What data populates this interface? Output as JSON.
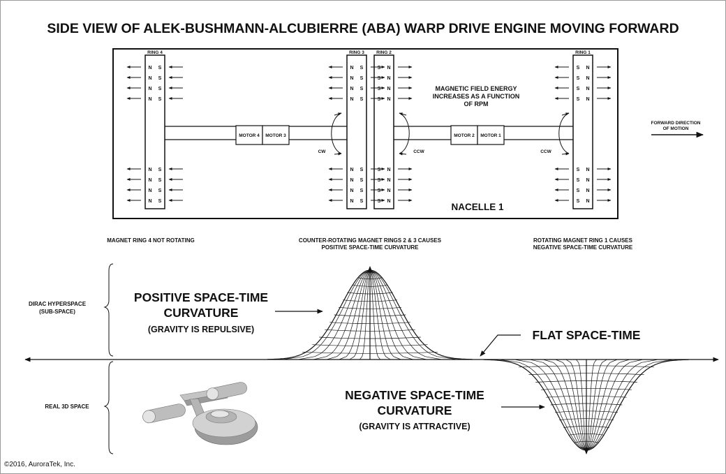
{
  "title": "SIDE VIEW OF ALEK-BUSHMANN-ALCUBIERRE (ABA) WARP DRIVE ENGINE MOVING FORWARD",
  "rings": {
    "ring4": "RING 4",
    "ring3": "RING 3",
    "ring2": "RING 2",
    "ring1": "RING 1"
  },
  "poles": {
    "n": "N",
    "s": "S"
  },
  "motors": {
    "m4": "MOTOR 4",
    "m3": "MOTOR 3",
    "m2": "MOTOR 2",
    "m1": "MOTOR 1"
  },
  "rotation": {
    "cw": "CW",
    "ccw": "CCW"
  },
  "energy_note": [
    "MAGNETIC FIELD ENERGY",
    "INCREASES AS A FUNCTION",
    "OF RPM"
  ],
  "forward_note": [
    "FORWARD DIRECTION",
    "OF MOTION"
  ],
  "nacelle": "NACELLE 1",
  "captions": {
    "ring4": "MAGNET RING 4 NOT ROTATING",
    "rings23": [
      "COUNTER-ROTATING MAGNET RINGS 2 & 3 CAUSES",
      "POSITIVE SPACE-TIME CURVATURE"
    ],
    "ring1": [
      "ROTATING MAGNET RING 1 CAUSES",
      "NEGATIVE SPACE-TIME CURVATURE"
    ]
  },
  "regions": {
    "hyper": [
      "DIRAC HYPERSPACE",
      "(SUB-SPACE)"
    ],
    "real": "REAL 3D SPACE"
  },
  "positive": {
    "line1": "POSITIVE SPACE-TIME",
    "line2": "CURVATURE",
    "sub": "(GRAVITY IS REPULSIVE)"
  },
  "negative": {
    "line1": "NEGATIVE SPACE-TIME",
    "line2": "CURVATURE",
    "sub": "(GRAVITY IS ATTRACTIVE)"
  },
  "flat": "FLAT SPACE-TIME",
  "copyright": "©2016, AuroraTek, Inc.",
  "colors": {
    "ink": "#111111",
    "frame": "#999999",
    "ship_light": "#d9d9d9",
    "ship_mid": "#aaaaaa",
    "ship_dark": "#7a7a7a"
  }
}
